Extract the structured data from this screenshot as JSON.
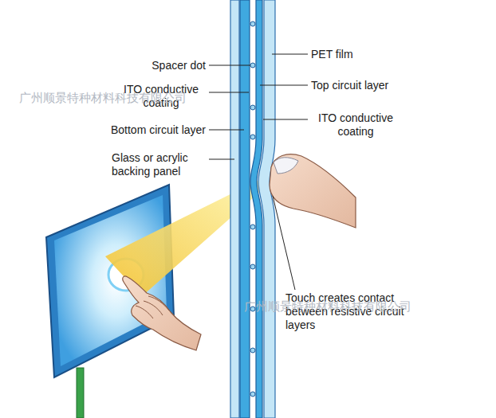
{
  "diagram": {
    "labels": [
      "Spacer dot",
      "ITO conductive coating",
      "Bottom circuit layer",
      "Glass or acrylic backing panel",
      "PET film",
      "Top circuit layer",
      "ITO conductive coating",
      "Touch creates contact between resistive circuit layers",
      "广州顺景特种材料科技有限公司",
      "广州顺景特种材料科技有限公司"
    ]
  }
}
